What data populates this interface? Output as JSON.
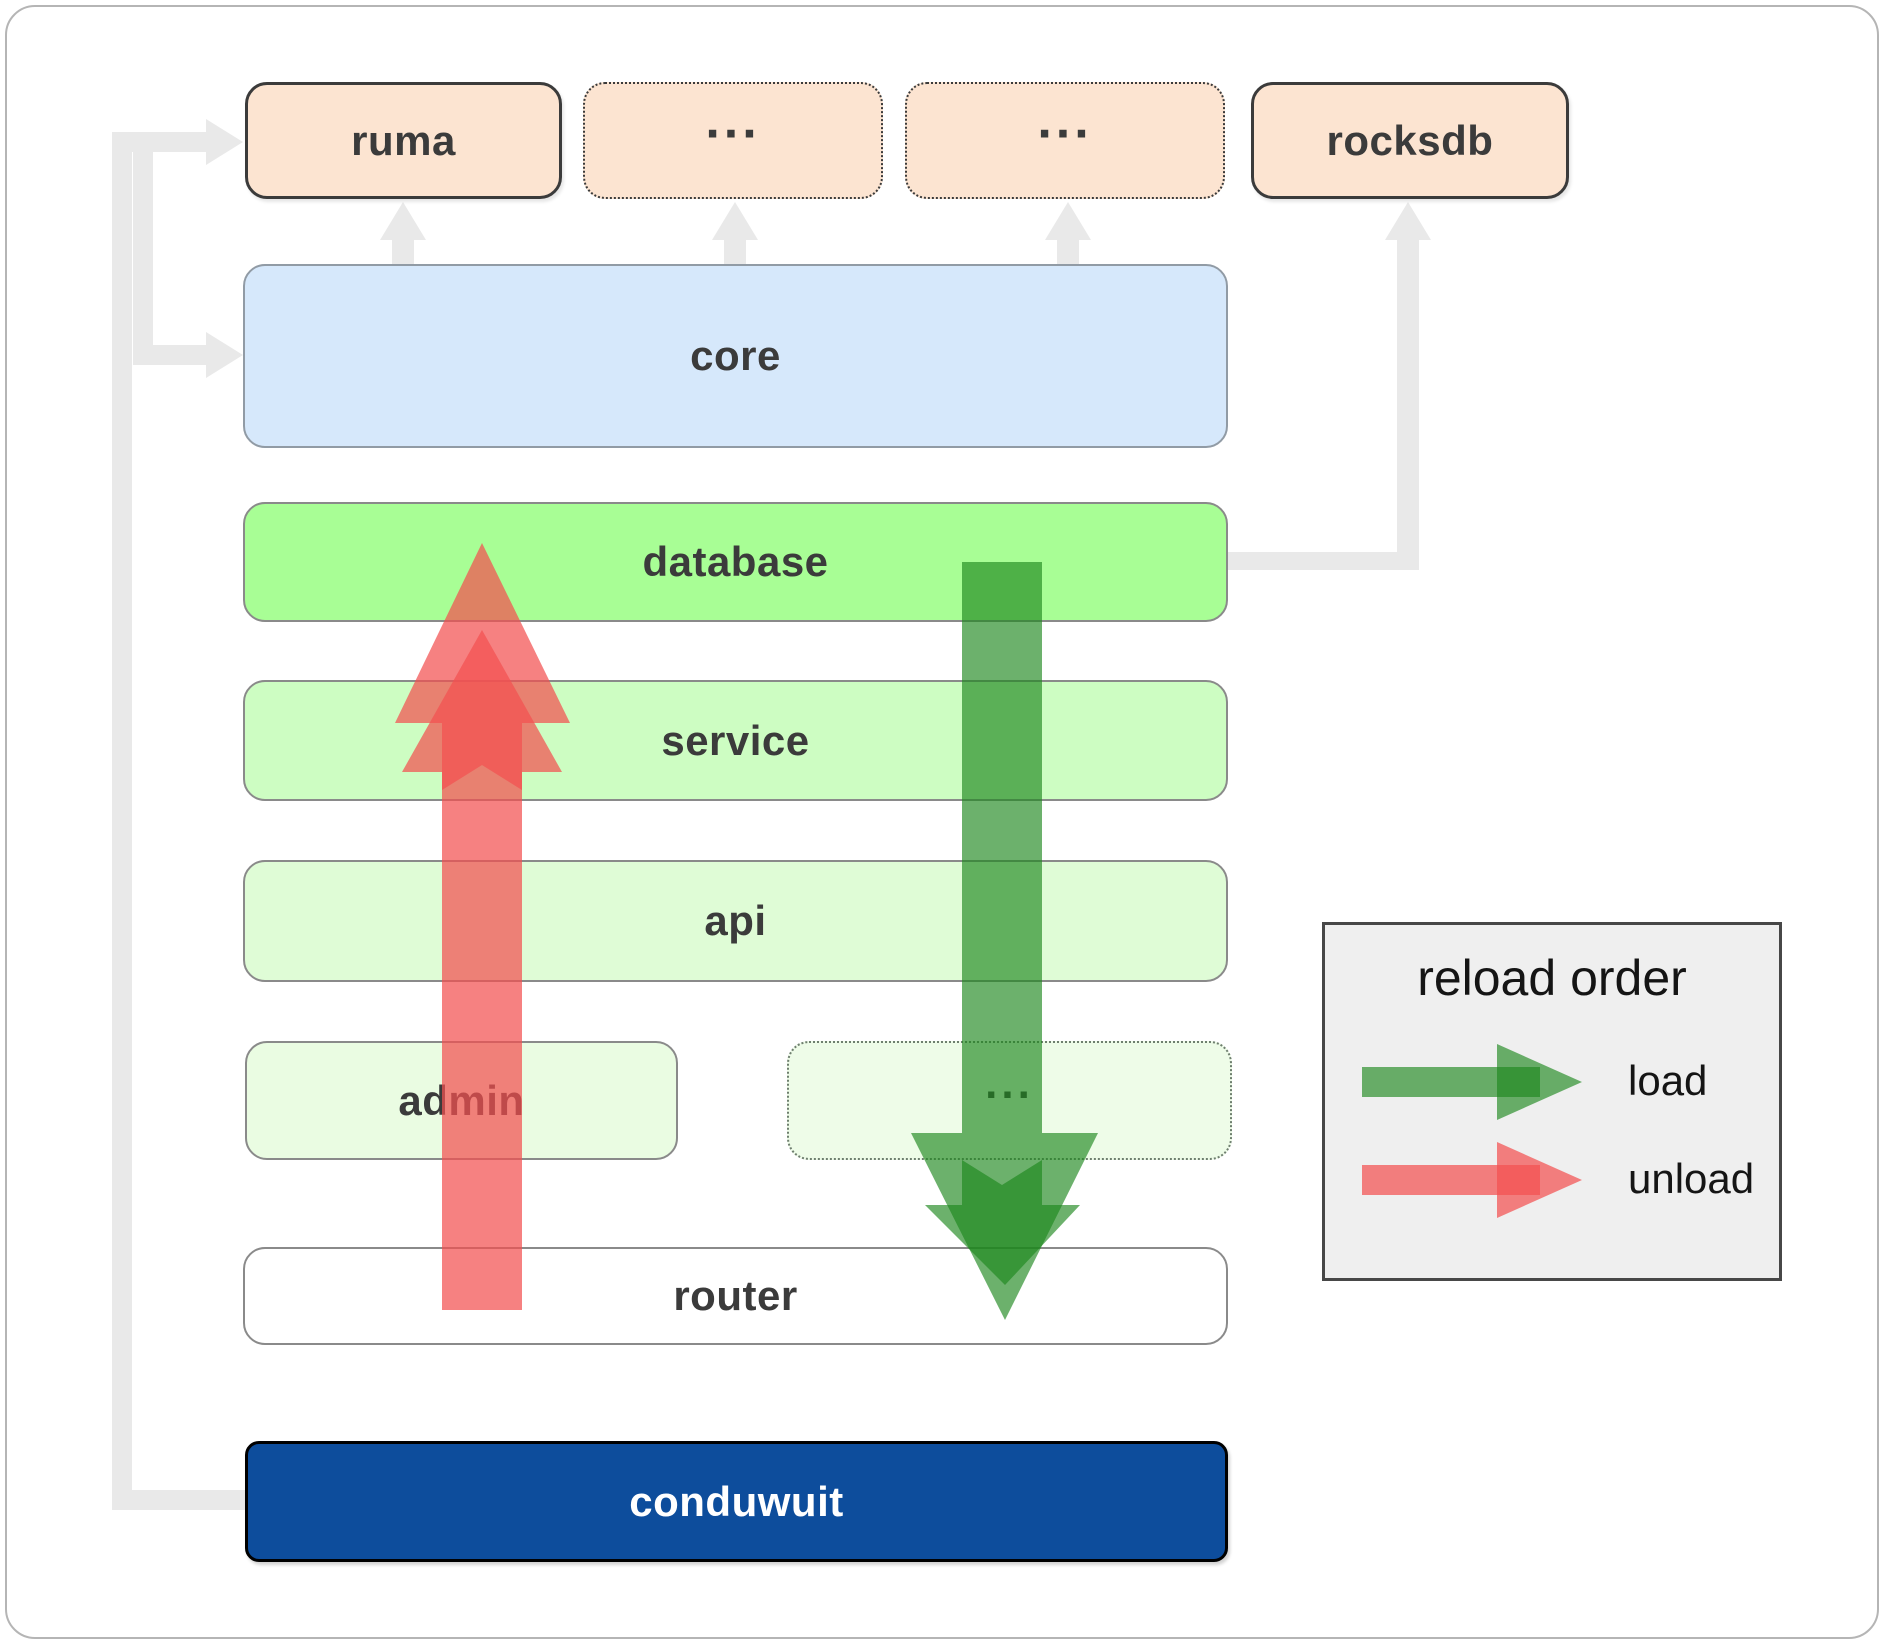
{
  "nodes": {
    "ruma": {
      "label": "ruma"
    },
    "ellipsis_top_1": {
      "label": "..."
    },
    "ellipsis_top_2": {
      "label": "..."
    },
    "rocksdb": {
      "label": "rocksdb"
    },
    "core": {
      "label": "core"
    },
    "database": {
      "label": "database"
    },
    "service": {
      "label": "service"
    },
    "api": {
      "label": "api"
    },
    "admin": {
      "label": "admin"
    },
    "ellipsis_admin": {
      "label": "..."
    },
    "router": {
      "label": "router"
    },
    "conduwuit": {
      "label": "conduwuit"
    }
  },
  "legend": {
    "title": "reload order",
    "items": [
      {
        "label": "load",
        "color": "#2c8a2c"
      },
      {
        "label": "unload",
        "color": "#f25050"
      }
    ]
  },
  "colors": {
    "module_fill": "#fce4d1",
    "core_fill": "#d6e8fb",
    "database_fill": "#a8fe95",
    "service_fill": "#cdfdc2",
    "api_fill": "#dffcd6",
    "admin_fill": "#eafce2",
    "router_fill": "#ffffff",
    "conduwuit_fill": "#0d4d9c",
    "connector_gray": "#e9e9e9",
    "load_arrow": "rgba(29,135,29,0.65)",
    "unload_arrow": "rgba(242,80,80,0.72)"
  }
}
